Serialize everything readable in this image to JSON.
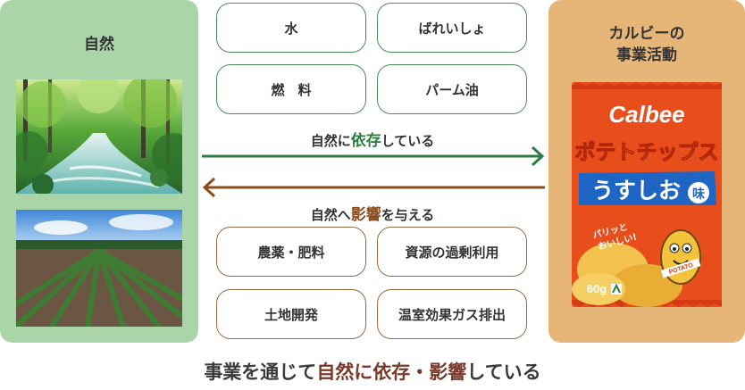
{
  "left_panel": {
    "title": "自然"
  },
  "right_panel": {
    "title_line1": "カルビーの",
    "title_line2": "事業活動"
  },
  "top_boxes": [
    "水",
    "ばれいしょ",
    "燃　料",
    "パーム油"
  ],
  "dependence": {
    "prefix": "自然に",
    "highlight": "依存",
    "suffix": "している"
  },
  "impact": {
    "prefix": "自然へ",
    "highlight": "影響",
    "suffix": "を与える"
  },
  "bottom_boxes": [
    "農薬・肥料",
    "資源の過剰利用",
    "土地開発",
    "温室効果ガス排出"
  ],
  "summary": {
    "prefix": "事業を通じて",
    "highlight": "自然に依存・影響",
    "suffix": "している"
  },
  "product": {
    "brand": "Calbee",
    "name": "ポテトチップス",
    "flavor": "うすしお",
    "flavor_suffix": "味",
    "weight": "60g",
    "tag_line1": "パリッと",
    "tag_line2": "おいしい!",
    "mascot_sash": "POTATO"
  },
  "colors": {
    "nature_panel": "#a9d5a9",
    "business_panel": "#e6b679",
    "green_arrow": "#2e7c3f",
    "brown_arrow": "#8b4c1e"
  }
}
